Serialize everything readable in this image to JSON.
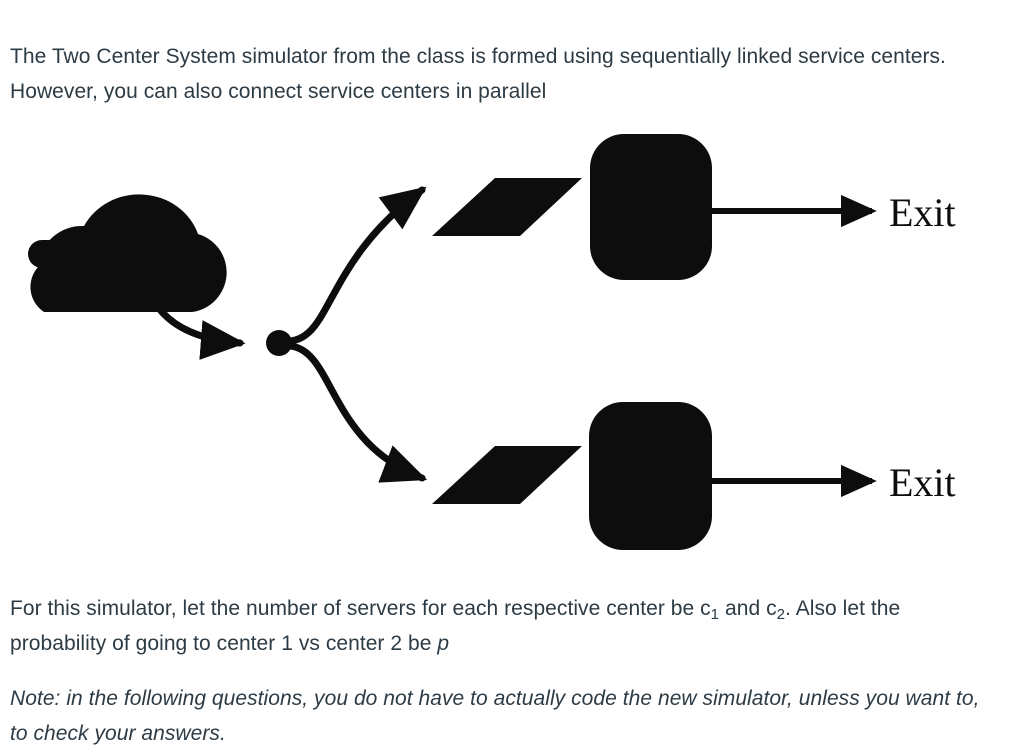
{
  "document": {
    "intro_paragraph": "The Two Center System simulator from the class is formed using sequentially linked service centers. However, you can also connect service centers in parallel",
    "servers_paragraph": {
      "part1": "For this simulator, let the number of servers for each respective center be c",
      "sub1": "1",
      "part2": " and c",
      "sub2": "2",
      "part3": ". Also let the probability of going to center 1 vs center 2 be ",
      "italic_symbol": "p"
    },
    "note_paragraph": "Note: in the following questions, you do not have to actually code the new simulator, unless you want to, to check your answers."
  },
  "diagram": {
    "title": "parallel-service-centers-diagram",
    "ink_color": "#0d0d0d",
    "background_color": "#ffffff",
    "nodes": {
      "source": {
        "label": "",
        "shape": "cloud"
      },
      "branch_point": {
        "label": "",
        "shape": "dot"
      },
      "queue_top": {
        "label": "",
        "shape": "parallelogram"
      },
      "queue_bottom": {
        "label": "",
        "shape": "parallelogram"
      },
      "server_top": {
        "label": "",
        "shape": "rounded-rectangle"
      },
      "server_bottom": {
        "label": "",
        "shape": "rounded-rectangle"
      }
    },
    "exit_top_label": "Exit",
    "exit_bottom_label": "Exit"
  }
}
